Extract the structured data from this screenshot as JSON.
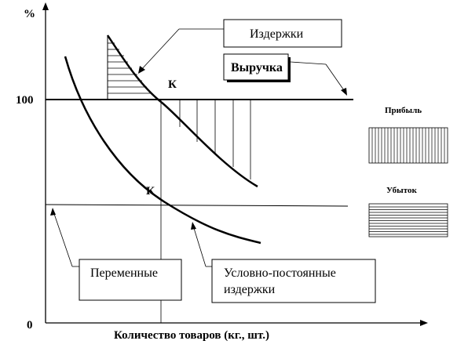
{
  "axis": {
    "y_label": "%",
    "tick_100": "100",
    "origin": "0",
    "x_label": "Количество товаров (кг., шт.)"
  },
  "boxes": {
    "costs": "Издержки",
    "revenue": "Выручка",
    "variable": "Переменные",
    "fixed_line1": "Условно-постоянные",
    "fixed_line2": "издержки"
  },
  "points": {
    "k_upper": "К",
    "k_lower": "К"
  },
  "legend": {
    "profit": "Прибыль",
    "loss": "Убыток"
  }
}
